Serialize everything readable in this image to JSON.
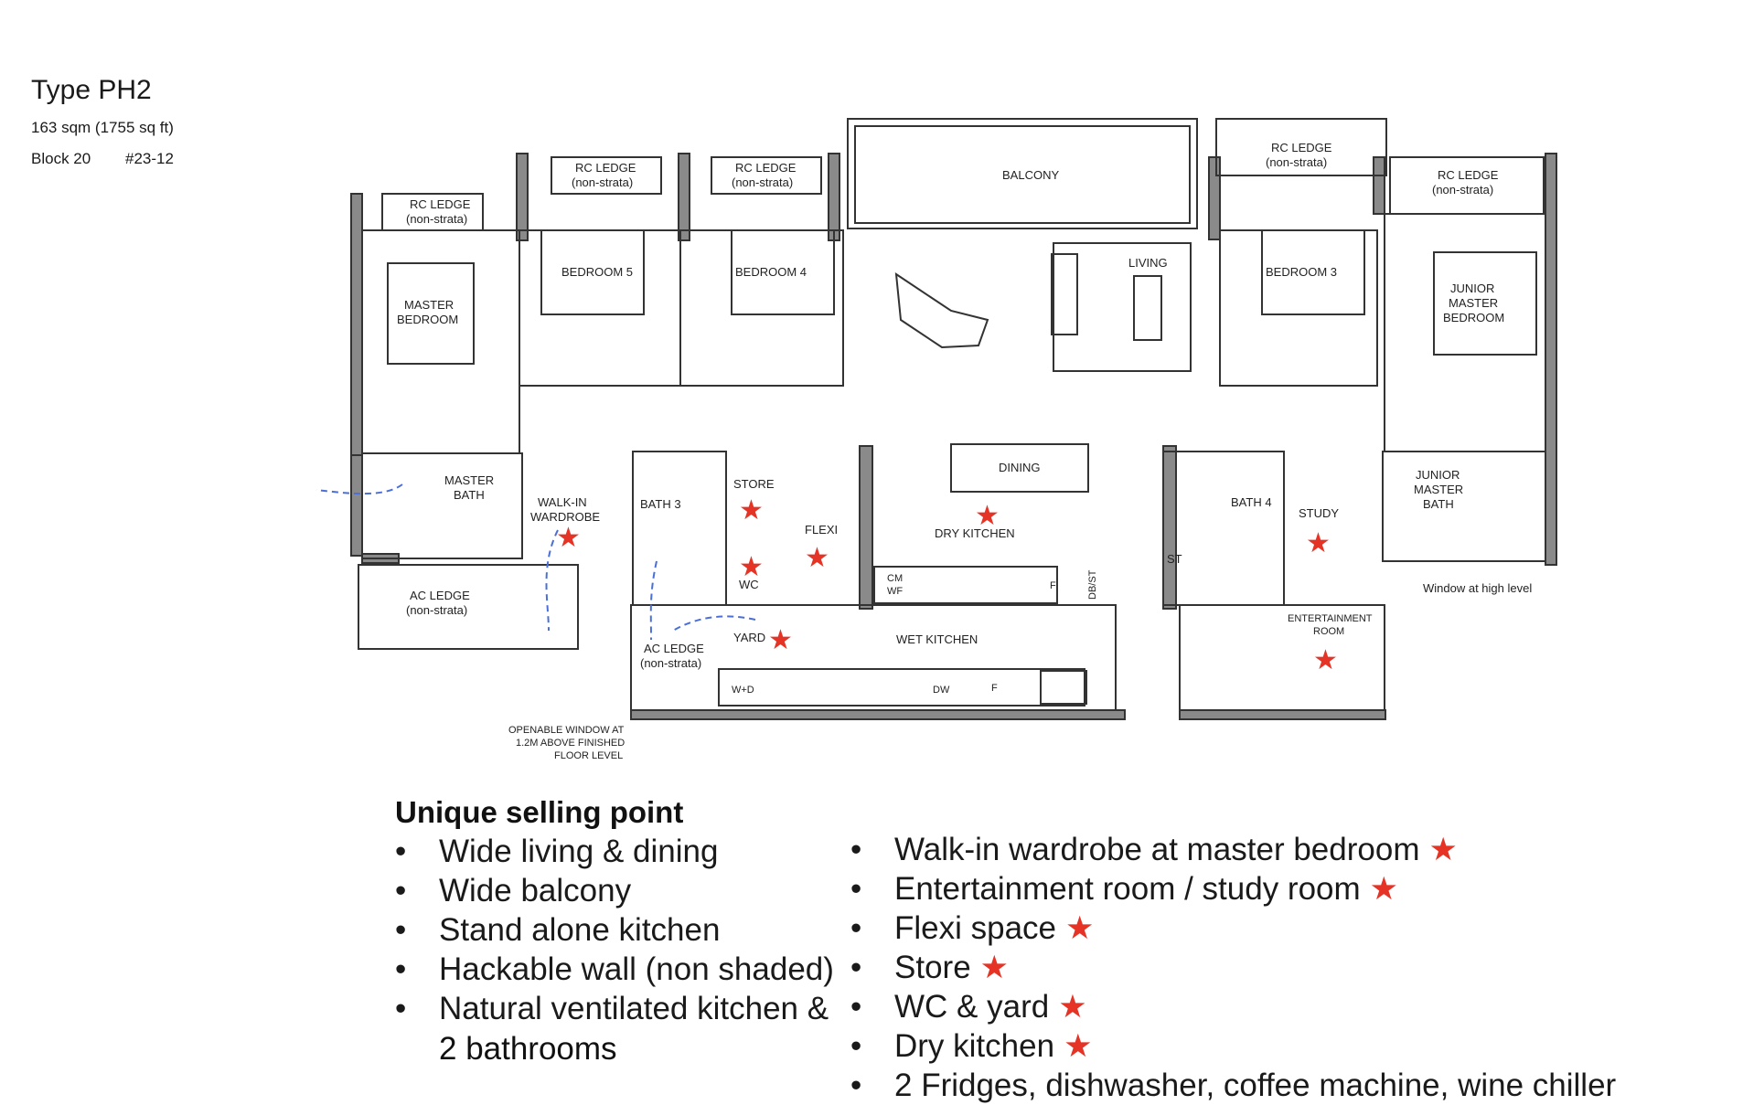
{
  "header": {
    "title": "Type PH2",
    "area": "163 sqm (1755 sq ft)",
    "block": "Block 20",
    "unit": "#23-12"
  },
  "rooms": {
    "rc_ledge": "RC LEDGE",
    "non_strata": "(non-strata)",
    "balcony": "BALCONY",
    "master_bedroom_1": "MASTER",
    "master_bedroom_2": "BEDROOM",
    "bedroom5": "BEDROOM 5",
    "bedroom4": "BEDROOM 4",
    "living": "LIVING",
    "bedroom3": "BEDROOM 3",
    "junior_master_bedroom_1": "JUNIOR",
    "junior_master_bedroom_2": "MASTER",
    "junior_master_bedroom_3": "BEDROOM",
    "master_bath_1": "MASTER",
    "master_bath_2": "BATH",
    "walkin_1": "WALK-IN",
    "walkin_2": "WARDROBE",
    "bath3": "BATH 3",
    "store": "STORE",
    "wc": "WC",
    "flexi": "FLEXI",
    "dining": "DINING",
    "dry_kitchen": "DRY KITCHEN",
    "bath4": "BATH 4",
    "study": "STUDY",
    "junior_master_bath_1": "JUNIOR",
    "junior_master_bath_2": "MASTER",
    "junior_master_bath_3": "BATH",
    "st": "ST",
    "window_high": "Window at high level",
    "ac_ledge": "AC LEDGE",
    "yard": "YARD",
    "wet_kitchen": "WET KITCHEN",
    "entertainment_1": "ENTERTAINMENT",
    "entertainment_2": "ROOM",
    "cm": "CM",
    "wf": "WF",
    "f": "F",
    "dbst": "DB/ST",
    "wd": "W+D",
    "dw": "DW",
    "openable_1": "OPENABLE WINDOW AT",
    "openable_2": "1.2M ABOVE FINISHED",
    "openable_3": "FLOOR LEVEL"
  },
  "usp": {
    "heading": "Unique selling point",
    "left": [
      "Wide living & dining",
      "Wide balcony",
      "Stand alone kitchen",
      "Hackable wall (non shaded)",
      "Natural ventilated kitchen &"
    ],
    "left_cont": "2 bathrooms",
    "right": [
      "Walk-in wardrobe at master bedroom",
      "Entertainment room / study room",
      "Flexi space",
      "Store",
      "WC & yard",
      "Dry kitchen",
      "2 Fridges, dishwasher, coffee machine, wine chiller"
    ],
    "star": "★"
  },
  "colors": {
    "wall": "#8a8a8a",
    "star": "#e53325",
    "arrow": "#4a6fd8"
  }
}
